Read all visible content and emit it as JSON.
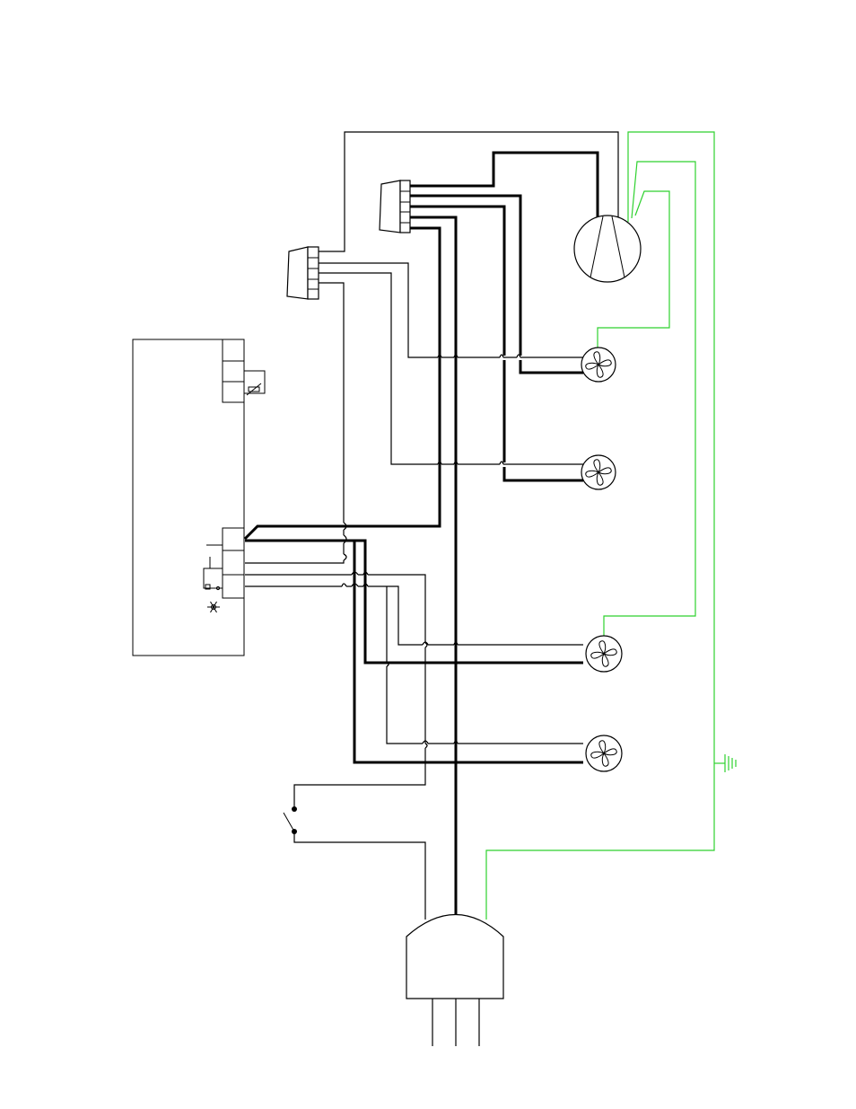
{
  "diagram": {
    "type": "wiring-diagram",
    "text_labels": [],
    "colors": {
      "wire": "#000000",
      "ground_wire": "#2ed12e",
      "background": "#ffffff"
    },
    "components": [
      {
        "id": "control-board",
        "icon": "control-board"
      },
      {
        "id": "connector-a",
        "icon": "connector-plug"
      },
      {
        "id": "connector-b",
        "icon": "connector-plug"
      },
      {
        "id": "compressor",
        "icon": "compressor-icon"
      },
      {
        "id": "fan-1",
        "icon": "fan-icon"
      },
      {
        "id": "fan-2",
        "icon": "fan-icon"
      },
      {
        "id": "fan-3",
        "icon": "fan-icon"
      },
      {
        "id": "fan-4",
        "icon": "fan-icon"
      },
      {
        "id": "door-switch",
        "icon": "switch-icon"
      },
      {
        "id": "ground",
        "icon": "ground-icon"
      },
      {
        "id": "power-plug",
        "icon": "power-plug-icon"
      },
      {
        "id": "thermistor",
        "icon": "thermistor-icon"
      },
      {
        "id": "defrost-indicator",
        "icon": "snowflake-icon"
      }
    ]
  }
}
